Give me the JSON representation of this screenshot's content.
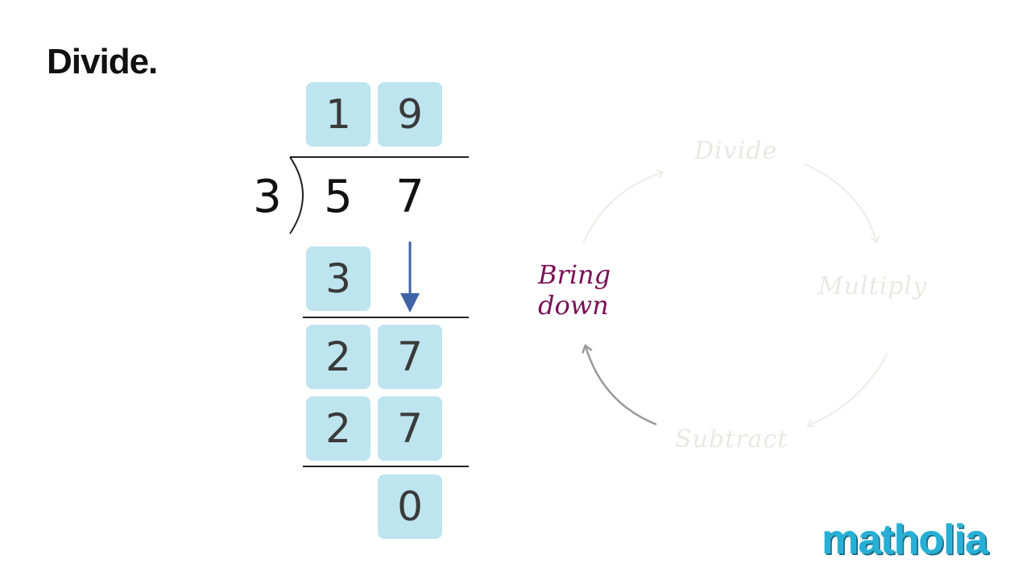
{
  "title": "Divide.",
  "quotient": [
    "1",
    "9"
  ],
  "divisor": "3",
  "dividend": [
    "5",
    "7"
  ],
  "steps": {
    "first_product": "3",
    "remainder_row": [
      "2",
      "7"
    ],
    "second_product": [
      "2",
      "7"
    ],
    "final_remainder": "0"
  },
  "cycle": {
    "divide": "Divide",
    "multiply": "Multiply",
    "subtract": "Subtract",
    "bring_down_line1": "Bring",
    "bring_down_line2": "down"
  },
  "logo": "matholia",
  "colors": {
    "cell": "#bde4ef",
    "active_step": "#7a1057",
    "bring_down_arrow": "#3e63a8",
    "inactive_step": "#e9e9e2"
  }
}
